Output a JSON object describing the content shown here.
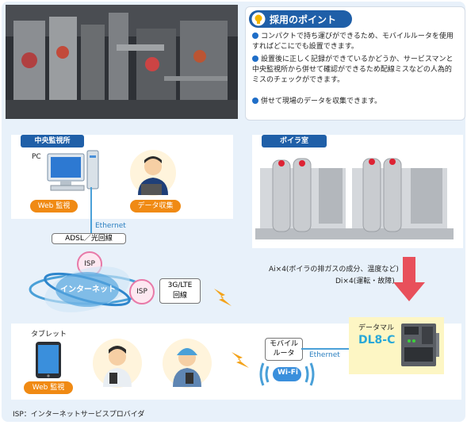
{
  "points": {
    "title": "採用のポイント",
    "bullets": [
      "コンパクトで持ち運びができるため、モバイルルータを使用すればどこにでも設置できます。",
      "設置後に正しく記録ができているかどうか、サービスマンと中央監視所から併せて確認ができるため配線ミスなどの人為的ミスのチェックができます。",
      "併せて現場のデータを収集できます。"
    ]
  },
  "central": {
    "title": "中央監視所",
    "pc_label": "PC",
    "web_btn": "Web 監視",
    "data_btn": "データ収集",
    "ethernet_label": "Ethernet",
    "adsl_label": "ADSL／光回線",
    "isp_label": "ISP",
    "internet_label": "インターネット",
    "isp2_label": "ISP",
    "lte_label": "3G/LTE\n回線"
  },
  "boiler": {
    "title": "ボイラ室",
    "ai_label": "Ai×4(ボイラの排ガスの成分、温度など)",
    "di_label": "Di×4(運転・故障)"
  },
  "site": {
    "tablet_label": "タブレット",
    "web_btn": "Web 監視",
    "router_label": "モバイル\nルータ",
    "ethernet_label": "Ethernet",
    "wifi_label": "Wi-Fi",
    "logger_label": "データマル",
    "logger_model": "DL8-C"
  },
  "footnote": "ISP：インターネットサービスプロバイダ",
  "colors": {
    "accent": "#1f5fa8",
    "orange": "#f08a14",
    "pink": "#e87aa8",
    "logger_bg": "#fdf6c4"
  }
}
